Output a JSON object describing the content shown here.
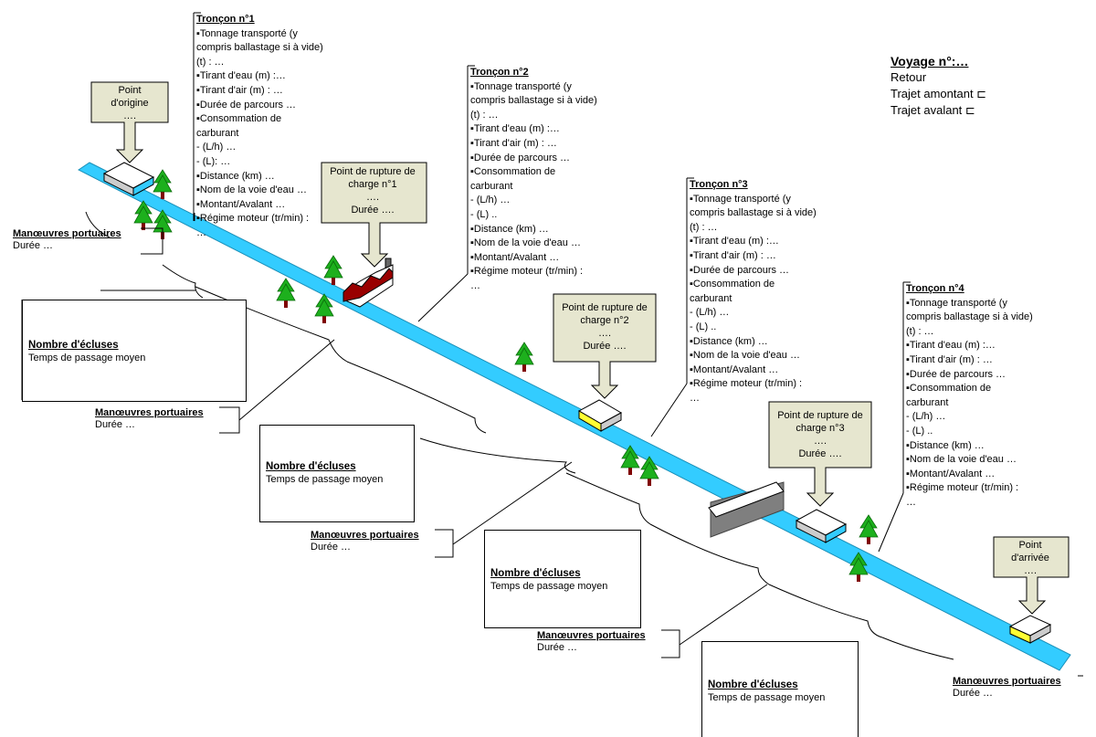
{
  "voyage": {
    "title": "Voyage n°:…",
    "options": [
      "Retour",
      "Trajet amontant ⊏",
      "Trajet avalant ⊏"
    ]
  },
  "troncons": [
    {
      "title": "Tronçon n°1",
      "lines": [
        "▪Tonnage transporté (y",
        "compris ballastage si à vide)",
        "(t) : …",
        "▪Tirant d'eau (m) :…",
        "▪Tirant d'air (m) : …",
        "▪Durée de parcours …",
        "▪Consommation de",
        "carburant",
        "- (L/h) …",
        "- (L): …",
        "▪Distance (km) …",
        "▪Nom de la voie d'eau …",
        "▪Montant/Avalant …",
        "▪Régime moteur (tr/min) :",
        "…"
      ]
    },
    {
      "title": "Tronçon n°2",
      "lines": [
        "▪Tonnage transporté (y",
        "compris ballastage si à vide)",
        "(t) : …",
        "▪Tirant d'eau (m) :…",
        "▪Tirant d'air (m) : …",
        "▪Durée de parcours …",
        "▪Consommation de",
        "carburant",
        "- (L/h) …",
        "- (L) ..",
        "▪Distance (km) …",
        "▪Nom de la voie d'eau …",
        "▪Montant/Avalant …",
        "▪Régime moteur (tr/min) :",
        "…"
      ]
    },
    {
      "title": "Tronçon n°3",
      "lines": [
        "▪Tonnage transporté (y",
        "compris ballastage si à vide)",
        "(t) : …",
        "▪Tirant d'eau (m) :…",
        "▪Tirant d'air (m) : …",
        "▪Durée de parcours …",
        "▪Consommation de",
        "carburant",
        "- (L/h) …",
        "- (L) ..",
        "▪Distance (km) …",
        "▪Nom de la voie d'eau …",
        "▪Montant/Avalant …",
        "▪Régime moteur (tr/min) :",
        "…"
      ]
    },
    {
      "title": "Tronçon n°4",
      "lines": [
        "▪Tonnage transporté (y",
        "compris ballastage si à vide)",
        "(t) : …",
        "▪Tirant d'eau (m) :…",
        "▪Tirant d'air (m) : …",
        "▪Durée de parcours …",
        "▪Consommation de",
        "carburant",
        "- (L/h) …",
        "- (L) ..",
        "▪Distance (km) …",
        "▪Nom de la voie d'eau …",
        "▪Montant/Avalant …",
        "▪Régime moteur (tr/min) :",
        "…"
      ]
    }
  ],
  "callouts": {
    "origine": [
      "Point",
      "d'origine",
      "…."
    ],
    "rupture1": [
      "Point de rupture de",
      "charge n°1",
      "….",
      "Durée …."
    ],
    "rupture2": [
      "Point de rupture de",
      "charge n°2",
      "….",
      "Durée …."
    ],
    "rupture3": [
      "Point de rupture de",
      "charge n°3",
      "….",
      "Durée …."
    ],
    "arrivee": [
      "Point",
      "d'arrivée",
      "…."
    ]
  },
  "manoeuvres": {
    "title": "Manœuvres portuaires",
    "duree": "Durée …"
  },
  "ecluses": {
    "title": "Nombre d'écluses",
    "sub": "Temps de passage moyen"
  },
  "colors": {
    "river": "#33ccff",
    "callout": "#e6e6cf",
    "tree": "#1db01d",
    "factory": "#990000"
  }
}
